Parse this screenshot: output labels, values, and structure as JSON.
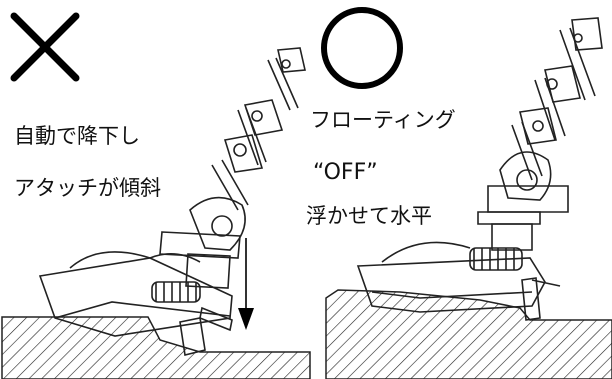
{
  "left_panel": {
    "verdict_icon": "cross-mark-icon",
    "caption_line1": "自動で降下し",
    "caption_line2": "アタッチが傾斜"
  },
  "right_panel": {
    "verdict_icon": "circle-mark-icon",
    "caption_line1": "フローティング",
    "caption_line2": "“OFF”",
    "caption_line3": "浮かせて水平"
  }
}
